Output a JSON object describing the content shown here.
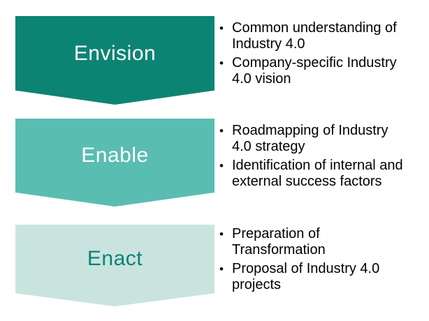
{
  "diagram": {
    "title_semantic": "Industry 4.0 three-stage process (Envision, Enable, Enact)",
    "bullet_marker": "•",
    "body_text_color": "#000000",
    "stages": [
      {
        "title": "Envision",
        "fill": "#0C8474",
        "title_color": "#FFFFFF",
        "bullets": [
          "Common understanding of\nIndustry 4.0",
          "Company-specific Industry\n4.0 vision"
        ]
      },
      {
        "title": "Enable",
        "fill": "#5ABDB1",
        "title_color": "#FFFFFF",
        "bullets": [
          "Roadmapping of Industry\n4.0 strategy",
          "Identification of internal and\nexternal success factors"
        ]
      },
      {
        "title": "Enact",
        "fill": "#C9E4DF",
        "title_color": "#0D8173",
        "bullets": [
          "Preparation of\nTransformation",
          "Proposal of Industry 4.0\nprojects"
        ]
      }
    ]
  }
}
